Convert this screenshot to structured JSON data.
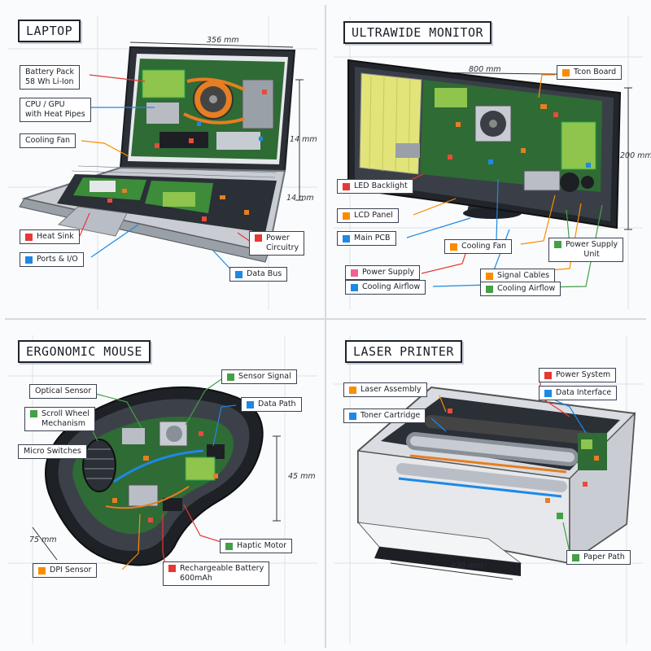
{
  "colors": {
    "red": "#e53935",
    "blue": "#1e88e5",
    "orange": "#fb8c00",
    "green": "#43a047",
    "pink": "#f06292",
    "pcb_green": "#3e8e3a",
    "metal": "#b9bec6",
    "dark": "#2b2f36"
  },
  "laptop": {
    "title": "LAPTOP",
    "dims": {
      "width": "356 mm",
      "height_top": "14 mm",
      "height_bottom": "14 mm"
    },
    "labels": {
      "battery": "Battery Pack\n58 Wh Li-Ion",
      "cpu": "CPU / GPU\nwith Heat Pipes",
      "fan": "Cooling Fan",
      "heat_sink": "Heat Sink",
      "ports": "Ports & I/O",
      "power": "Power\nCircuitry",
      "data_bus": "Data Bus"
    }
  },
  "monitor": {
    "title": "ULTRAWIDE MONITOR",
    "dims": {
      "width": "800 mm",
      "height": "200 mm"
    },
    "labels": {
      "tcon": "Tcon Board",
      "led": "LED Backlight",
      "lcd": "LCD Panel",
      "pcb": "Main PCB",
      "fan": "Cooling Fan",
      "psu": "Power Supply\nUnit",
      "power": "Power Supply",
      "airflow_left": "Cooling Airflow",
      "signal": "Signal Cables",
      "airflow_right": "Cooling Airflow"
    }
  },
  "mouse": {
    "title": "ERGONOMIC MOUSE",
    "dims": {
      "height": "45 mm",
      "width": "75 mm"
    },
    "labels": {
      "optical": "Optical Sensor",
      "scroll": "Scroll Wheel\nMechanism",
      "micro": "Micro Switches",
      "sensor_signal": "Sensor Signal",
      "data_path": "Data Path",
      "haptic": "Haptic Motor",
      "dpi": "DPI Sensor",
      "battery": "Rechargeable Battery\n600mAh"
    }
  },
  "printer": {
    "title": "LASER PRINTER",
    "dims": {
      "width": "430 mm"
    },
    "labels": {
      "laser": "Laser Assembly",
      "toner": "Toner Cartridge",
      "power": "Power System",
      "data": "Data Interface",
      "paper": "Paper Path"
    }
  }
}
